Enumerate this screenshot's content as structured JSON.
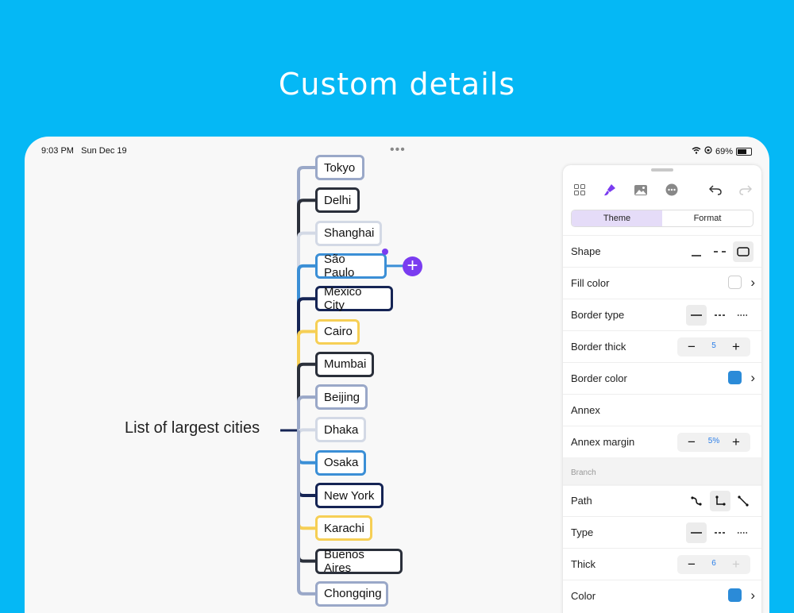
{
  "headline": "Custom details",
  "status": {
    "time": "9:03 PM",
    "date": "Sun Dec 19",
    "battery": "69%"
  },
  "mindmap": {
    "root": "List of largest cities",
    "nodes": [
      {
        "label": "Tokyo",
        "color": "#9aa8c8"
      },
      {
        "label": "Delhi",
        "color": "#2a2f3a"
      },
      {
        "label": "Shanghai",
        "color": "#d3d9e5"
      },
      {
        "label": "São Paulo",
        "color": "#3b8fd6"
      },
      {
        "label": "Mexico City",
        "color": "#152454"
      },
      {
        "label": "Cairo",
        "color": "#f6cf55"
      },
      {
        "label": "Mumbai",
        "color": "#2a2f3a"
      },
      {
        "label": "Beijing",
        "color": "#9aa8c8"
      },
      {
        "label": "Dhaka",
        "color": "#d3d9e5"
      },
      {
        "label": "Osaka",
        "color": "#3b8fd6"
      },
      {
        "label": "New York",
        "color": "#152454"
      },
      {
        "label": "Karachi",
        "color": "#f6cf55"
      },
      {
        "label": "Buenos Aires",
        "color": "#2a2f3a"
      },
      {
        "label": "Chongqing",
        "color": "#9aa8c8"
      }
    ]
  },
  "panel": {
    "tabs": {
      "theme": "Theme",
      "format": "Format"
    },
    "rows": {
      "shape": "Shape",
      "fill_color": "Fill color",
      "border_type": "Border type",
      "border_thick": "Border thick",
      "border_thick_value": "5",
      "border_color": "Border color",
      "border_color_value": "#2b8bd8",
      "annex": "Annex",
      "annex_margin": "Annex margin",
      "annex_margin_value": "5%"
    },
    "branch": {
      "section": "Branch",
      "path": "Path",
      "type": "Type",
      "thick": "Thick",
      "thick_value": "6",
      "color": "Color",
      "color_value": "#2b8bd8"
    }
  },
  "colors": {
    "background": "#05b8f5",
    "accent": "#7a3cf0",
    "blue": "#2b8bd8"
  }
}
